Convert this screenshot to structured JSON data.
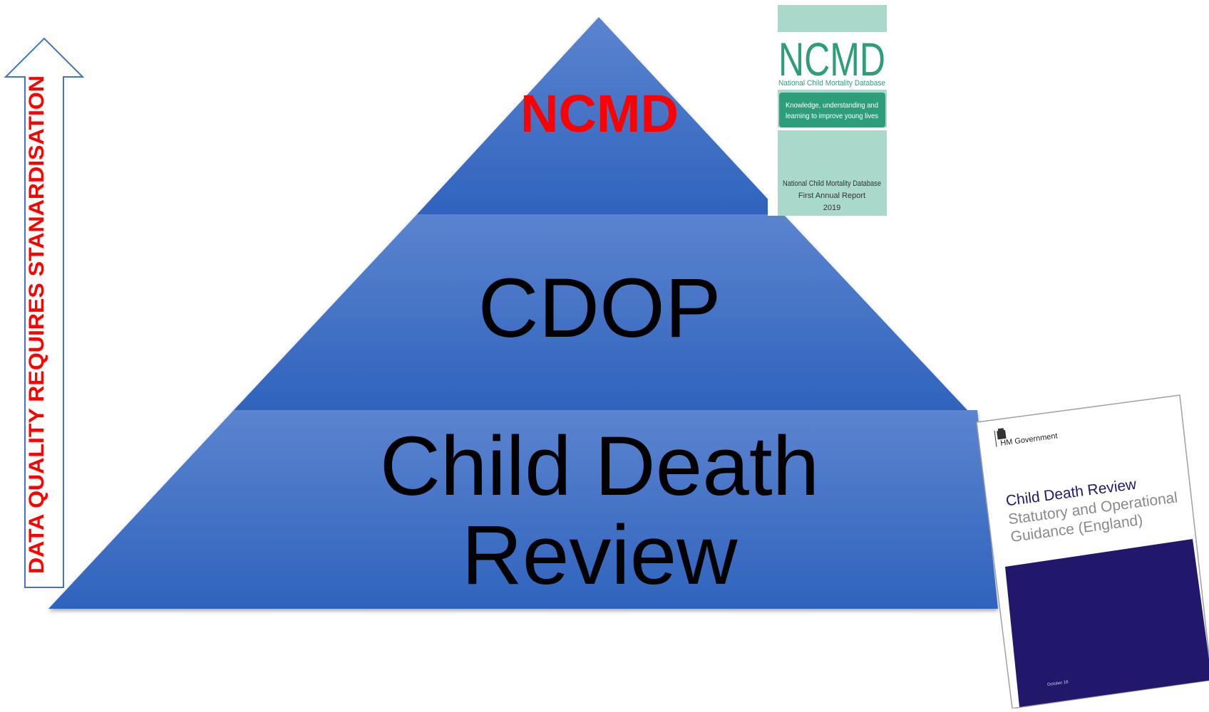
{
  "arrow": {
    "label": "DATA QUALITY REQUIRES STANARDISATION",
    "label_color": "#ff0000",
    "outline_color": "#4472c4"
  },
  "pyramid": {
    "fill_top": "#5b84cf",
    "fill_bottom": "#2f63bd",
    "tiers": [
      {
        "label": "NCMD",
        "color": "#ff0000"
      },
      {
        "label": "CDOP",
        "color": "#000000"
      },
      {
        "label_lines": [
          "Child Death",
          "Review"
        ],
        "color": "#000000"
      }
    ]
  },
  "ncmd_report_cover": {
    "logo": "NCMD",
    "logo_subtitle": "National Child Mortality Database",
    "tagline_lines": [
      "Knowledge, understanding and",
      "learning to improve young lives"
    ],
    "report_lines": [
      "National Child Mortality Database",
      "First Annual Report",
      "2019"
    ],
    "background_color": "#a9d9ca",
    "accent_color": "#2e9e7a",
    "icon": "report-cover"
  },
  "cdr_guidance_cover": {
    "publisher": "HM Government",
    "title": "Child Death Review",
    "subtitle_lines": [
      "Statutory and Operational",
      "Guidance (England)"
    ],
    "footer": "October 18",
    "band_color": "#22186b",
    "icon": "crest-icon"
  }
}
